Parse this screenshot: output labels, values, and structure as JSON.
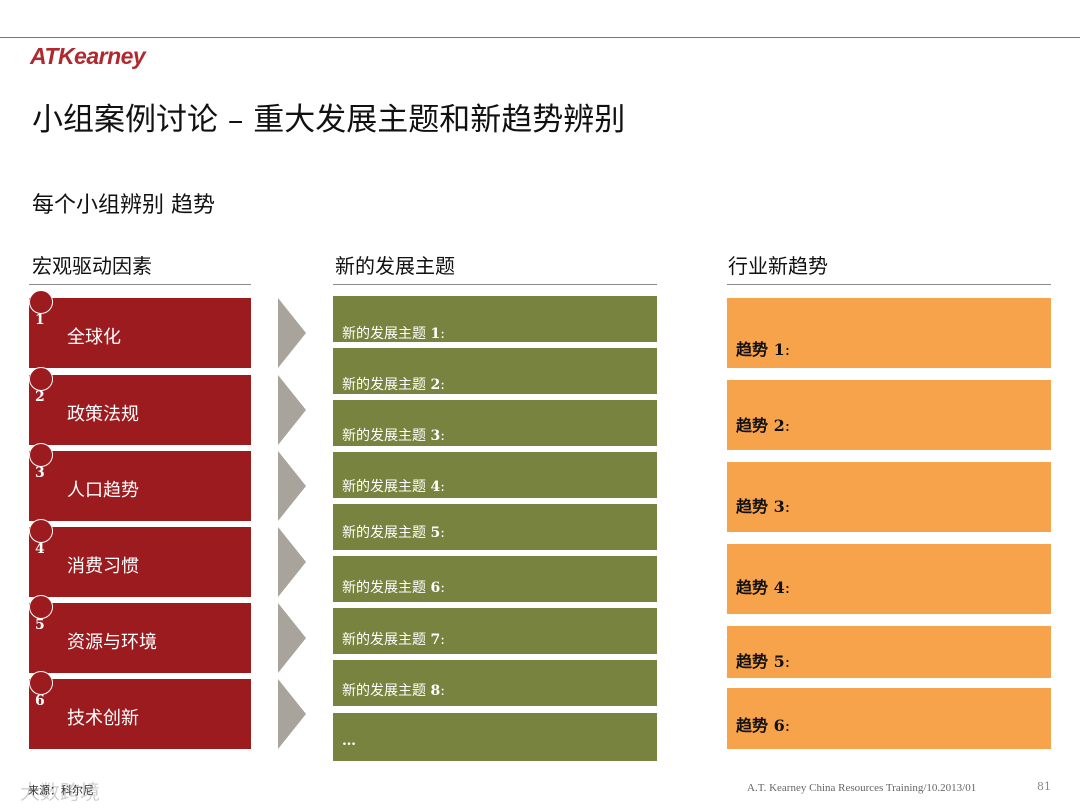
{
  "logo": "ATKearney",
  "title": "小组案例讨论 – 重大发展主题和新趋势辨别",
  "subtitle": "每个小组辨别 趋势",
  "columns": {
    "drivers_header": "宏观驱动因素",
    "themes_header": "新的发展主题",
    "trends_header": "行业新趋势"
  },
  "drivers": [
    {
      "num": "1",
      "label": "全球化"
    },
    {
      "num": "2",
      "label": "政策法规"
    },
    {
      "num": "3",
      "label": "人口趋势"
    },
    {
      "num": "4",
      "label": "消费习惯"
    },
    {
      "num": "5",
      "label": "资源与环境"
    },
    {
      "num": "6",
      "label": "技术创新"
    }
  ],
  "themes": [
    {
      "text": "新的发展主题 ",
      "num": "1",
      "suffix": ":"
    },
    {
      "text": "新的发展主题 ",
      "num": "2",
      "suffix": ":"
    },
    {
      "text": "新的发展主题 ",
      "num": "3",
      "suffix": ":"
    },
    {
      "text": "新的发展主题 ",
      "num": "4",
      "suffix": ":"
    },
    {
      "text": "新的发展主题 ",
      "num": "5",
      "suffix": ":"
    },
    {
      "text": "新的发展主题 ",
      "num": "6",
      "suffix": ":"
    },
    {
      "text": "新的发展主题 ",
      "num": "7",
      "suffix": ":"
    },
    {
      "text": "新的发展主题 ",
      "num": "8",
      "suffix": ":"
    },
    {
      "text": "…",
      "num": "",
      "suffix": ""
    }
  ],
  "trends": [
    {
      "text": "趋势 ",
      "num": "1",
      "suffix": ":"
    },
    {
      "text": "趋势 ",
      "num": "2",
      "suffix": ":"
    },
    {
      "text": "趋势 ",
      "num": "3",
      "suffix": ":"
    },
    {
      "text": "趋势 ",
      "num": "4",
      "suffix": ":"
    },
    {
      "text": "趋势 ",
      "num": "5",
      "suffix": ":"
    },
    {
      "text": "趋势 ",
      "num": "6",
      "suffix": ":"
    }
  ],
  "source": "来源：科尔尼",
  "watermark": "大数跨境",
  "footer": "A.T. Kearney  China Resources  Training/10.2013/01",
  "page_number": "81",
  "colors": {
    "driver_red": "#9c1b1f",
    "theme_green": "#77833f",
    "trend_orange": "#f7a34b",
    "brand_red": "#b0292e",
    "chevron_gray": "#a8a49c"
  }
}
